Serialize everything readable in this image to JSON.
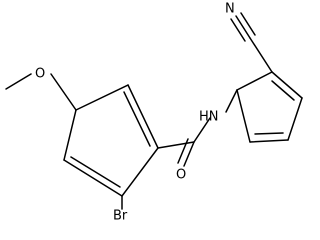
{
  "molecule": {
    "atom_labels": {
      "nitrile_n": "N",
      "amide_nh": "HN",
      "carbonyl_o": "O",
      "ether_o": "O",
      "bromine": "Br"
    }
  }
}
